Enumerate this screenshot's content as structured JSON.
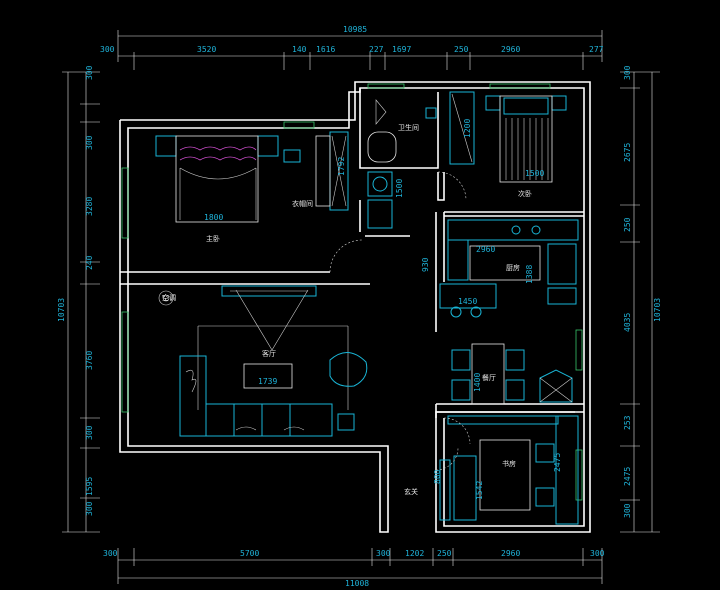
{
  "top_dims": {
    "total": "10985",
    "segments": [
      "300",
      "3520",
      "140",
      "1616",
      "227",
      "1697",
      "250",
      "2960",
      "277"
    ]
  },
  "bottom_dims": {
    "total": "11008",
    "segments": [
      "300",
      "5700",
      "300",
      "1202",
      "250",
      "2960",
      "300"
    ]
  },
  "left_dims": {
    "total": "10703",
    "segments": [
      "300",
      "300",
      "3280",
      "240",
      "3760",
      "300",
      "1595",
      "300"
    ]
  },
  "right_dims": {
    "total": "10703",
    "segments": [
      "300",
      "2675",
      "250",
      "4035",
      "253",
      "2475",
      "300"
    ]
  },
  "rooms": {
    "master_bedroom": "主卧",
    "cloakroom": "衣帽间",
    "bathroom": "卫生间",
    "second_bedroom": "次卧",
    "kitchen": "厨房",
    "living_room": "客厅",
    "dining_room": "餐厅",
    "study": "书房",
    "entrance": "玄关",
    "air_conditioner": "空调"
  },
  "inner_dims": {
    "master_bed_width": "1800",
    "closet_depth": "1792",
    "washer_depth": "1500",
    "bath_depth": "1200",
    "second_bed_width": "1500",
    "corridor_width": "930",
    "kitchen_counter_length": "2960",
    "kitchen_depth": "1388",
    "island_length": "1450",
    "dining_length": "1400",
    "coffee_table_length": "1739",
    "study_depth": "2475",
    "study_width": "1542",
    "entrance_width": "800"
  }
}
